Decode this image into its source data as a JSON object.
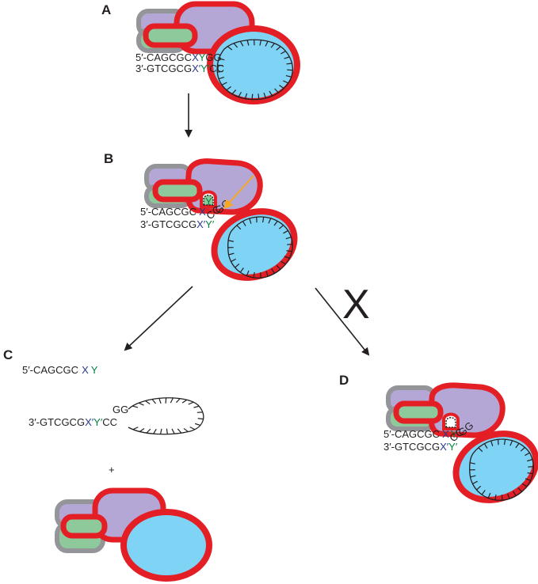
{
  "panels": {
    "a": {
      "label": "A"
    },
    "b": {
      "label": "B"
    },
    "c": {
      "label": "C"
    },
    "d": {
      "label": "D"
    }
  },
  "sequences": {
    "top_prefix": "5′-",
    "top_core": "CAGCGC",
    "bottom_prefix": "3′-",
    "bottom_core": "GTCGCG",
    "x": "X",
    "y": "Y",
    "x_prime": "X′",
    "y_prime": "Y′",
    "gg": "GG",
    "cc": "CC",
    "g": "G",
    "c": "C"
  },
  "panel_c": {
    "top_strand": "5′-CAGCGC",
    "bottom_strand": "3′-GTCGCG",
    "plus": "+"
  },
  "blocked_mark": "X",
  "colors": {
    "outline_red": "#e31e24",
    "outline_gray": "#939598",
    "green_domain": "#8dc99a",
    "purple_domain": "#b4a7d6",
    "blue_domain": "#7fd3f4",
    "base_x_blue": "#2b3990",
    "base_y_green": "#00843d",
    "cleavage_arrow": "#f7a823"
  },
  "icons": {
    "cleavage_pointer": "orange-arrow-icon",
    "flow": "black-arrow-icon",
    "blocked": "cross-mark-icon"
  }
}
